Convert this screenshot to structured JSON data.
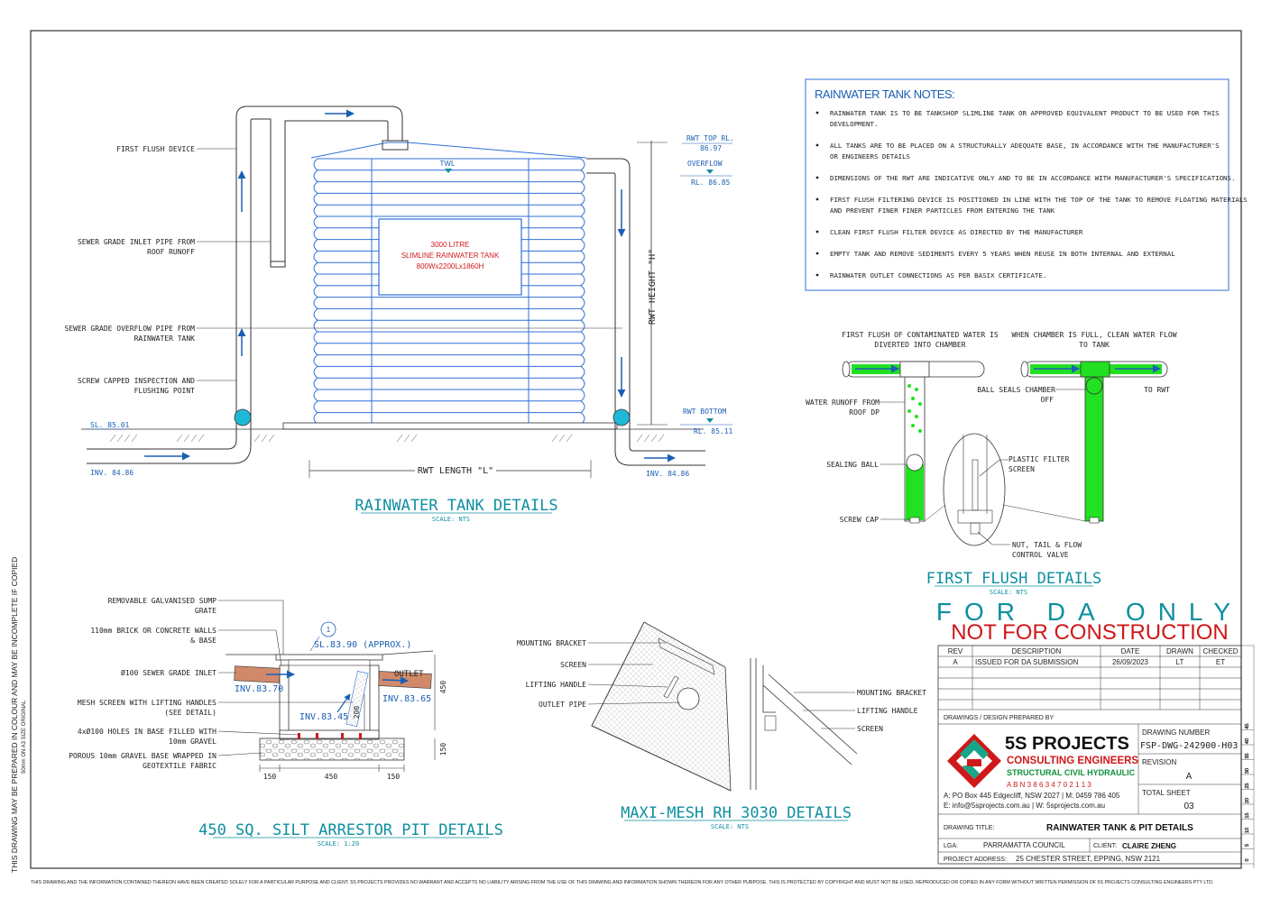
{
  "rainwater_tank": {
    "title": "RAINWATER TANK DETAILS",
    "scale": "SCALE: NTS",
    "tank_label_1": "3000 LITRE",
    "tank_label_2": "SLIMLINE RAINWATER TANK",
    "tank_label_3": "800Wx2200Lx1860H",
    "twl": "TWL",
    "labels": {
      "first_flush": "FIRST FLUSH DEVICE",
      "inlet_1": "SEWER GRADE INLET PIPE FROM",
      "inlet_2": "ROOF RUNOFF",
      "overflow_1": "SEWER GRADE OVERFLOW PIPE FROM",
      "overflow_2": "RAINWATER TANK",
      "screw_1": "SCREW CAPPED INSPECTION AND",
      "screw_2": "FLUSHING POINT"
    },
    "levels": {
      "sl": "SL. 85.01",
      "inv_left": "INV. 84.86",
      "inv_right": "INV. 84.86",
      "rwt_top": "RWT TOP RL.",
      "rwt_top_val": "86.97",
      "overflow": "OVERFLOW",
      "overflow_val": "RL. 86.85",
      "rwt_bottom": "RWT BOTTOM",
      "rwt_bottom_val": "RL. 85.11"
    },
    "rwt_height": "RWT HEIGHT \"H\"",
    "rwt_length": "RWT LENGTH \"L\""
  },
  "notes": {
    "title": "RAINWATER TANK NOTES:",
    "items": [
      [
        "RAINWATER TANK IS TO BE TANKSHOP SLIMLINE TANK OR APPROVED EQUIVALENT PRODUCT TO BE USED FOR THIS",
        "DEVELOPMENT."
      ],
      [
        "ALL TANKS ARE TO BE PLACED ON A STRUCTURALLY ADEQUATE BASE, IN ACCORDANCE WITH THE MANUFACTURER'S",
        "OR ENGINEERS DETAILS"
      ],
      [
        "DIMENSIONS OF THE RWT ARE INDICATIVE ONLY AND TO BE IN ACCORDANCE WITH MANUFACTURER'S SPECIFICATIONS."
      ],
      [
        "FIRST FLUSH FILTERING DEVICE IS POSITIONED IN LINE WITH THE TOP OF THE TANK TO REMOVE FLOATING MATERIALS",
        "AND PREVENT FINER FINER PARTICLES FROM ENTERING THE TANK"
      ],
      [
        "CLEAN FIRST FLUSH FILTER DEVICE AS DIRECTED BY THE MANUFACTURER"
      ],
      [
        "EMPTY TANK AND REMOVE SEDIMENTS EVERY 5 YEARS WHEN REUSE IN BOTH INTERNAL AND EXTERNAL"
      ],
      [
        "RAINWATER OUTLET CONNECTIONS AS PER BASIX CERTIFICATE."
      ]
    ]
  },
  "first_flush": {
    "title": "FIRST FLUSH DETAILS",
    "scale": "SCALE: NTS",
    "cap1a": "FIRST FLUSH OF CONTAMINATED WATER IS",
    "cap1b": "DIVERTED INTO CHAMBER",
    "cap2a": "WHEN CHAMBER IS FULL, CLEAN WATER FLOW",
    "cap2b": "TO TANK",
    "water_runoff_1": "WATER RUNOFF FROM",
    "water_runoff_2": "ROOF DP",
    "sealing_ball": "SEALING BALL",
    "screw_cap": "SCREW CAP",
    "ball_seals_1": "BALL SEALS CHAMBER",
    "ball_seals_2": "OFF",
    "to_rwt": "TO RWT",
    "plastic_1": "PLASTIC FILTER",
    "plastic_2": "SCREEN",
    "nut_1": "NUT, TAIL & FLOW",
    "nut_2": "CONTROL VALVE"
  },
  "stamp": {
    "line1": "FOR DA ONLY",
    "line2": "NOT FOR CONSTRUCTION"
  },
  "silt_pit": {
    "title": "450 SQ. SILT ARRESTOR PIT DETAILS",
    "scale": "SCALE: 1:20",
    "labels": {
      "grate_1": "REMOVABLE GALVANISED SUMP",
      "grate_2": "GRATE",
      "walls_1": "110mm BRICK OR CONCRETE WALLS",
      "walls_2": "& BASE",
      "inlet": "Ø100 SEWER GRADE INLET",
      "mesh_1": "MESH SCREEN WITH LIFTING HANDLES",
      "mesh_2": "(SEE DETAIL)",
      "holes_1": "4xØ100 HOLES IN BASE FILLED WITH",
      "holes_2": "10mm GRAVEL",
      "gravel_1": "POROUS 10mm GRAVEL BASE WRAPPED IN",
      "gravel_2": "GEOTEXTILE FABRIC",
      "outlet": "OUTLET"
    },
    "levels": {
      "sl": "SL.83.90 (APPROX.)",
      "inv_in": "INV.83.70",
      "inv_out": "INV.83.65",
      "inv_base": "INV.83.45",
      "marker": "1"
    },
    "dims": [
      "150",
      "450",
      "150",
      "450",
      "200",
      "150"
    ]
  },
  "maxi_mesh": {
    "title": "MAXI-MESH RH 3030 DETAILS",
    "scale": "SCALE: NTS",
    "left_labels": [
      "MOUNTING BRACKET",
      "SCREEN",
      "LIFTING HANDLE",
      "OUTLET PIPE"
    ],
    "right_labels": [
      "MOUNTING BRACKET",
      "LIFTING HANDLE",
      "SCREEN"
    ]
  },
  "title_block": {
    "headers": [
      "REV",
      "DESCRIPTION",
      "DATE",
      "DRAWN",
      "CHECKED"
    ],
    "row": [
      "A",
      "ISSUED FOR DA SUBMISSION",
      "26/09/2023",
      "LT",
      "ET"
    ],
    "prepared_by": "DRAWINGS / DESIGN PREPARED BY",
    "company": "5S PROJECTS",
    "company_sub": "CONSULTING ENGINEERS",
    "company_sub2": "STRUCTURAL CIVIL HYDRAULIC",
    "abn": "A B N   3 8  6 3 4  7 0 2  1 1 3",
    "address": "A: PO Box 445 Edgecliff, NSW 2027  |  M: 0459 786 405",
    "email": "E: info@5sprojects.com.au   |   W: 5sprojects.com.au",
    "drawing_number_label": "DRAWING NUMBER",
    "drawing_number": "FSP-DWG-242900-H03",
    "revision_label": "REVISION",
    "revision": "A",
    "total_sheet_label": "TOTAL SHEET",
    "total_sheet": "03",
    "drawing_title_label": "DRAWING TITLE:",
    "drawing_title": "RAINWATER TANK & PIT DETAILS",
    "lga_label": "LGA:",
    "lga": "PARRAMATTA COUNCIL",
    "client_label": "CLIENT:",
    "client": "CLAIRE ZHENG",
    "address_label": "PROJECT ADDRESS:",
    "project_address": "25 CHESTER STREET, EPPING, NSW 2121"
  },
  "side_note": "THIS DRAWING MAY BE PREPARED IN COLOUR AND MAY BE INCOMPLETE IF COPIED",
  "side_note2": "50mm ON A3 SIZE ORIGINAL",
  "footer": "THIS DRAWING AND THE INFORMATION CONTAINED THEREON HAVE BEEN CREATED SOLELY FOR A PARTICULAR PURPOSE AND CLIENT. 5S PROJECTS PROVIDES NO WARRANT AND ACCEPTS NO LIABILITY ARISING FROM THE USE OF THIS DRAWING AND INFORMATION SHOWN THEREON FOR ANY OTHER PURPOSE. THIS IS PROTECTED BY COPYRIGHT AND MUST NOT BE USED, REPRODUCED OR COPIED IN ANY FORM WITHOUT WRITTEN PERMISSION OF 5S PROJECTS CONSULTING ENGINEERS PTY LTD."
}
